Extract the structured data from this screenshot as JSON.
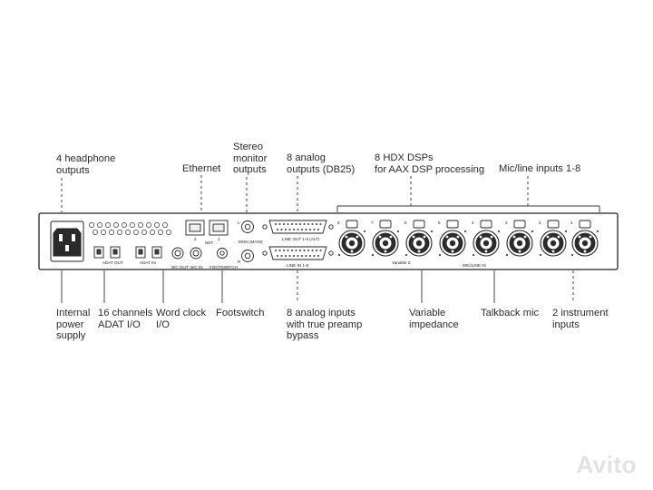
{
  "callouts": {
    "headphone": "4 headphone\noutputs",
    "ethernet": "Ethernet",
    "stereo": "Stereo\nmonitor\noutputs",
    "analog_out": "8 analog\noutputs (DB25)",
    "dsp": "8 HDX DSPs\nfor AAX DSP processing",
    "micline": "Mic/line inputs 1-8",
    "power": "Internal\npower\nsupply",
    "adat": "16 channels\nADAT I/O",
    "wordclock": "Word clock\nI/O",
    "footswitch": "Footswitch",
    "analog_in": "8 analog inputs\nwith true preamp\nbypass",
    "impedance": "Variable\nimpedance",
    "talkback": "Talkback mic",
    "instrument": "2 instrument\ninputs"
  },
  "panel_labels": {
    "adat_out": "ADAT OUT",
    "adat_in": "ADAT IN",
    "wc_out": "WC OUT",
    "wc_in": "WC IN",
    "footswitch": "FOOTSWITCH",
    "net": "NET",
    "net2": "2",
    "net1": "1",
    "mon": "MON (MAIN)",
    "mon_l": "L",
    "mon_r": "R",
    "line_out": "LINE OUT 1-8 (ALT)",
    "line_in": "LINE IN 1-8",
    "variable_z": "Variable Z",
    "micline_in": "MIC/LINE IN",
    "ch8": "8",
    "ch7": "7",
    "ch6": "6",
    "ch5": "5",
    "ch4": "4",
    "ch3": "3",
    "ch2": "2",
    "ch1": "1"
  },
  "watermark": "Avito",
  "colors": {
    "line": "#333333",
    "panel_fill": "#ffffff",
    "text": "#2b2b2b"
  }
}
